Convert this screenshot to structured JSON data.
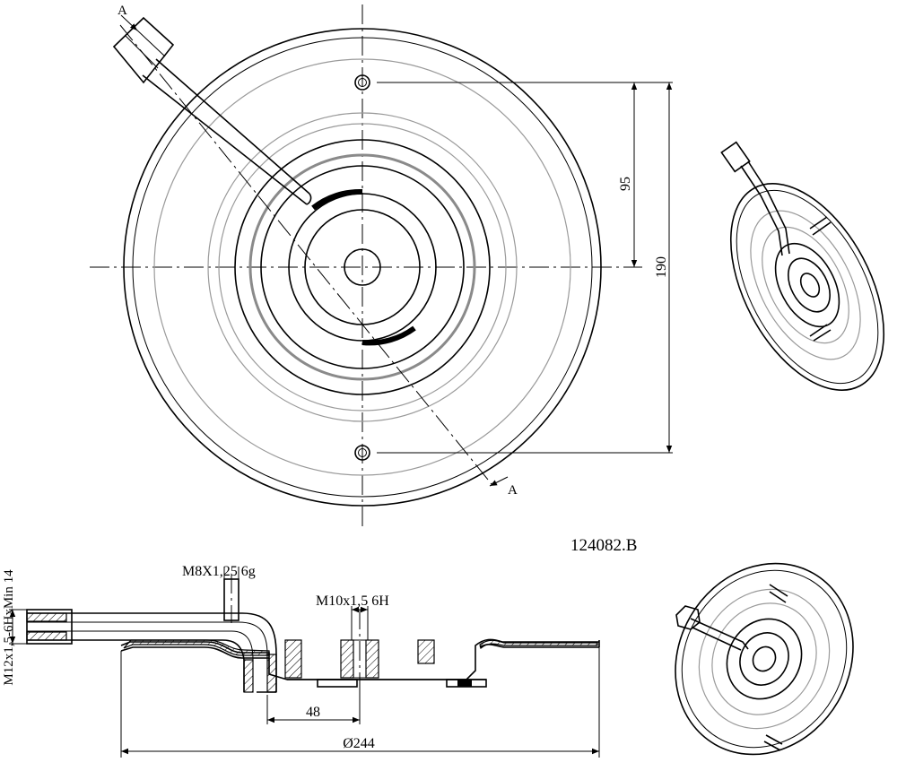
{
  "drawing_number": "124082.B",
  "section_marker": "A",
  "dimensions": {
    "half_height": "95",
    "full_height": "190",
    "outer_diameter": "Ø244",
    "offset_48": "48"
  },
  "threads": {
    "side_inlet": "M12x1,5-6HxMin 14",
    "stud": "M8X1,25 6g",
    "center_hole": "M10x1,5 6H"
  }
}
